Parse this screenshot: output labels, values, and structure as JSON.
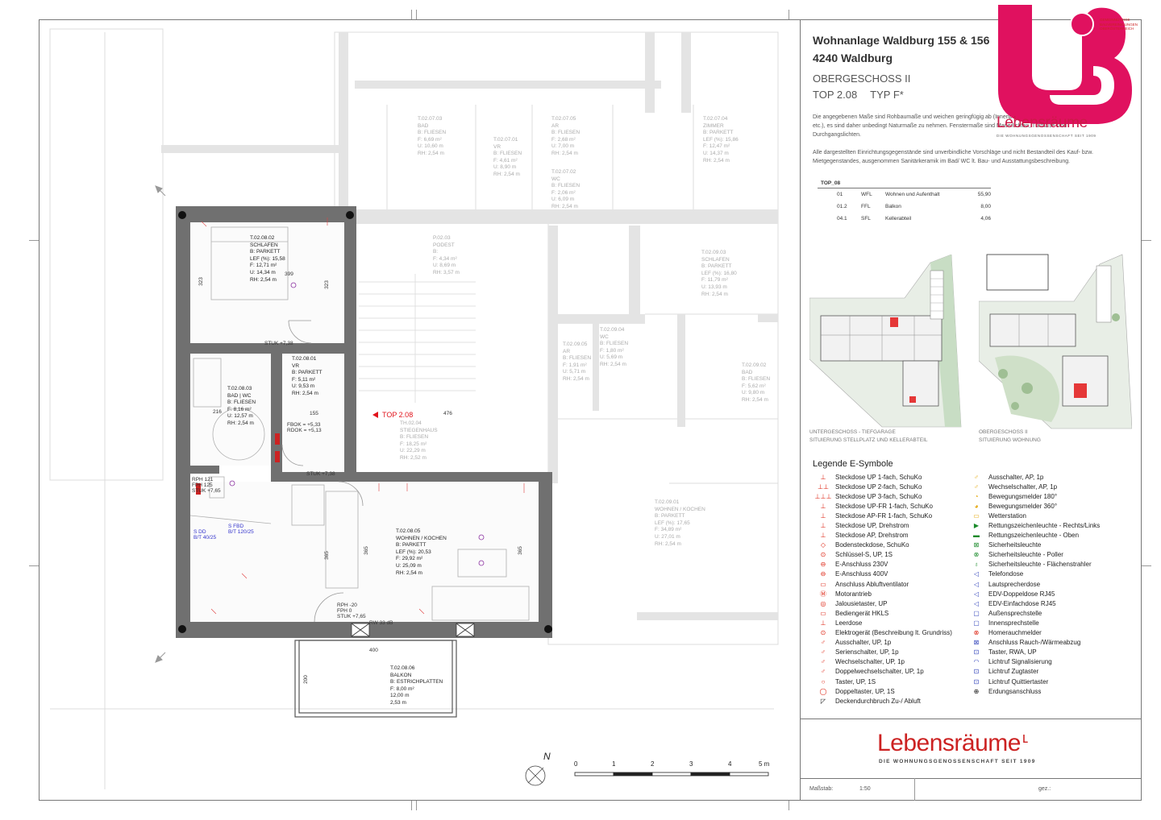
{
  "project": {
    "name": "Wohnanlage Waldburg 155 & 156",
    "address": "4240 Waldburg",
    "floor": "OBERGESCHOSS II",
    "top": "TOP 2.08",
    "type": "TYP F*"
  },
  "notes": [
    "Die angegebenen Maße sind Rohbaumaße und weichen geringfügig ab (Innenputz, Verfliesungen, Bautoleranzen, etc.), es sind daher unbedingt Naturmaße zu nehmen. Fenstermaße sind Mauerlichten, Türmaße sind Durchgangslichten.",
    "Alle dargestellten Einrichtungsgegenstände sind unverbindliche Vorschläge und nicht Bestandteil des Kauf- bzw. Mietgegenstandes, ausgenommen Sanitärkeramik im Bad/ WC lt. Bau- und Ausstattungsbeschreibung."
  ],
  "area_table": {
    "header": "TOP_08",
    "rows": [
      {
        "no": "01",
        "code": "WFL",
        "label": "Wohnen und Aufenthalt",
        "value": "55,90"
      },
      {
        "no": "01.2",
        "code": "FFL",
        "label": "Balkon",
        "value": "8,00"
      },
      {
        "no": "04.1",
        "code": "SFL",
        "label": "Kellerabteil",
        "value": "4,06"
      }
    ]
  },
  "site_maps": [
    {
      "caption1": "UNTERGESCHOSS - TIEFGARAGE",
      "caption2": "SITUIERUNG STELLPLATZ UND KELLERABTEIL"
    },
    {
      "caption1": "OBERGESCHOSS II",
      "caption2": "SITUIERUNG WOHNUNG"
    }
  ],
  "legend": {
    "title": "Legende E-Symbole",
    "left": [
      {
        "icon": "⊥",
        "label": "Steckdose UP 1-fach, SchuKo"
      },
      {
        "icon": "⊥⊥",
        "label": "Steckdose UP 2-fach, SchuKo"
      },
      {
        "icon": "⊥⊥⊥",
        "label": "Steckdose UP 3-fach, SchuKo"
      },
      {
        "icon": "⊥",
        "label": "Steckdose UP-FR 1-fach, SchuKo"
      },
      {
        "icon": "⊥",
        "label": "Steckdose AP-FR 1-fach, SchuKo"
      },
      {
        "icon": "⊥",
        "label": "Steckdose UP, Drehstrom"
      },
      {
        "icon": "⊥",
        "label": "Steckdose AP, Drehstrom"
      },
      {
        "icon": "◇",
        "label": "Bodensteckdose, SchuKo"
      },
      {
        "icon": "⊙",
        "label": "Schlüssel-S, UP, 1S"
      },
      {
        "icon": "⊖",
        "label": "E-Anschluss 230V"
      },
      {
        "icon": "⊖",
        "label": "E-Anschluss 400V"
      },
      {
        "icon": "▭",
        "label": "Anschluss Abluftventilator"
      },
      {
        "icon": "Ⓜ",
        "label": "Motorantrieb"
      },
      {
        "icon": "◎",
        "label": "Jalousietaster, UP"
      },
      {
        "icon": "▭",
        "label": "Bediengerät HKLS"
      },
      {
        "icon": "⊥",
        "label": "Leerdose"
      },
      {
        "icon": "⊙",
        "label": "Elektrogerät (Beschreibung lt. Grundriss)"
      },
      {
        "icon": "♂",
        "label": "Ausschalter, UP, 1p"
      },
      {
        "icon": "♂",
        "label": "Serienschalter, UP, 1p"
      },
      {
        "icon": "♂",
        "label": "Wechselschalter, UP, 1p"
      },
      {
        "icon": "♂",
        "label": "Doppelwechselschalter, UP, 1p"
      },
      {
        "icon": "○",
        "label": "Taster, UP, 1S"
      },
      {
        "icon": "◯",
        "label": "Doppeltaster, UP, 1S"
      },
      {
        "icon": "◸",
        "label": "Deckendurchbruch Zu-/ Abluft"
      }
    ],
    "right": [
      {
        "icon": "♂",
        "label": "Ausschalter, AP, 1p"
      },
      {
        "icon": "♂",
        "label": "Wechselschalter, AP, 1p"
      },
      {
        "icon": "◔",
        "label": "Bewegungsmelder 180°"
      },
      {
        "icon": "◕",
        "label": "Bewegungsmelder 360°"
      },
      {
        "icon": "▭",
        "label": "Wetterstation"
      },
      {
        "icon": "▶",
        "label": "Rettungszeichenleuchte - Rechts/Links"
      },
      {
        "icon": "▬",
        "label": "Rettungszeichenleuchte - Oben"
      },
      {
        "icon": "⊠",
        "label": "Sicherheitsleuchte"
      },
      {
        "icon": "⊗",
        "label": "Sicherheitsleuchte - Poller"
      },
      {
        "icon": "♁",
        "label": "Sicherheitsleuchte - Flächenstrahler"
      },
      {
        "icon": "◁",
        "label": "Telefondose"
      },
      {
        "icon": "◁",
        "label": "Lautsprecherdose"
      },
      {
        "icon": "◁",
        "label": "EDV-Doppeldose RJ45"
      },
      {
        "icon": "◁",
        "label": "EDV-Einfachdose RJ45"
      },
      {
        "icon": "▢",
        "label": "Außensprechstelle"
      },
      {
        "icon": "▢",
        "label": "Innensprechstelle"
      },
      {
        "icon": "⊗",
        "label": "Homerauchmelder"
      },
      {
        "icon": "⊠",
        "label": "Anschluss Rauch-/Wärmeabzug"
      },
      {
        "icon": "⊡",
        "label": "Taster, RWA, UP"
      },
      {
        "icon": "◠",
        "label": "Lichtruf Signalisierung"
      },
      {
        "icon": "⊡",
        "label": "Lichtruf Zugtaster"
      },
      {
        "icon": "⊡",
        "label": "Lichtruf Quittiertaster"
      },
      {
        "icon": "⊕",
        "label": "Erdungsanschluss"
      }
    ]
  },
  "brand": {
    "name": "Lebensräume",
    "tagline": "DIE WOHNUNGSGENOSSENSCHAFT SEIT 1909",
    "logo_tagline": "DIE WOHNUNGSGENOSSENSCHAFT SEIT 1909",
    "logo_mini": [
      "GEMEINNÜTZIGE",
      "BAUVEREINIGUNGEN",
      "OBERÖSTERREICH"
    ]
  },
  "footer": {
    "scale_label": "Maßstab:",
    "scale_value": "1:50",
    "sign_label": "gez.:"
  },
  "scalebar": {
    "ticks": [
      "0",
      "1",
      "2",
      "3",
      "4",
      "5 m"
    ]
  },
  "north": "N",
  "plan": {
    "top_tag": "TOP 2.08",
    "rooms": [
      {
        "lines": [
          "T.02.08.02",
          "SCHLAFEN",
          "B: PARKETT",
          "LEF (%): 15,58",
          "F: 12,71 m²",
          "U: 14,34 m",
          "RH: 2,54 m"
        ]
      },
      {
        "lines": [
          "T.02.08.01",
          "VR",
          "B: PARKETT",
          "F: 5,11 m²",
          "U: 9,53 m",
          "RH: 2,54 m"
        ]
      },
      {
        "lines": [
          "T.02.08.03",
          "BAD | WC",
          "B: FLIESEN",
          "F: 8,16 m²",
          "U: 12,57 m",
          "RH: 2,54 m"
        ]
      },
      {
        "lines": [
          "T.02.08.05",
          "WOHNEN / KOCHEN",
          "B: PARKETT",
          "LEF (%): 20,53",
          "F: 29,92 m²",
          "U: 25,09 m",
          "RH: 2,54 m"
        ]
      },
      {
        "lines": [
          "T.02.08.06",
          "BALKON",
          "B: ESTRICHPLATTEN",
          "F: 8,00 m²",
          "12,00 m",
          "2,53 m"
        ]
      }
    ],
    "neighbours": [
      {
        "lines": [
          "T.02.07.03",
          "BAD",
          "B: FLIESEN",
          "F: 6,69 m²",
          "U: 10,60 m",
          "RH: 2,54 m"
        ]
      },
      {
        "lines": [
          "T.02.07.01",
          "VR",
          "B: FLIESEN",
          "F: 4,61 m²",
          "U: 8,90 m",
          "RH: 2,54 m"
        ]
      },
      {
        "lines": [
          "T.02.07.05",
          "AR",
          "B: FLIESEN",
          "F: 2,68 m²",
          "U: 7,00 m",
          "RH: 2,54 m"
        ]
      },
      {
        "lines": [
          "T.02.07.02",
          "WC",
          "B: FLIESEN",
          "F: 2,06 m²",
          "U: 6,09 m",
          "RH: 2,54 m"
        ]
      },
      {
        "lines": [
          "T.02.07.04",
          "ZIMMER",
          "B: PARKETT",
          "LEF (%): 15,86",
          "F: 12,47 m²",
          "U: 14,37 m",
          "RH: 2,54 m"
        ]
      },
      {
        "lines": [
          "P.02.03",
          "PODEST",
          "B:",
          "F: 4,34 m²",
          "U: 8,69 m",
          "RH: 3,57 m"
        ]
      },
      {
        "lines": [
          "T.02.09.03",
          "SCHLAFEN",
          "B: PARKETT",
          "LEF (%): 16,80",
          "F: 11,79 m²",
          "U: 13,93 m",
          "RH: 2,54 m"
        ]
      },
      {
        "lines": [
          "T.02.09.05",
          "AR",
          "B: FLIESEN",
          "F: 1,91 m²",
          "U: 5,71 m",
          "RH: 2,54 m"
        ]
      },
      {
        "lines": [
          "T.02.09.04",
          "WC",
          "B: FLIESEN",
          "F: 1,80 m²",
          "U: 5,69 m",
          "RH: 2,54 m"
        ]
      },
      {
        "lines": [
          "T.02.09.02",
          "BAD",
          "B: FLIESEN",
          "F: 5,62 m²",
          "U: 9,80 m",
          "RH: 2,54 m"
        ]
      },
      {
        "lines": [
          "TH.02.04",
          "STIEGENHAUS",
          "B: FLIESEN",
          "F: 18,25 m²",
          "U: 22,29 m",
          "RH: 2,52 m"
        ]
      },
      {
        "lines": [
          "T.02.09.01",
          "WOHNEN / KOCHEN",
          "B: PARKETT",
          "LEF (%): 17,65",
          "F: 34,89 m²",
          "U: 27,01 m",
          "RH: 2,54 m"
        ]
      }
    ],
    "dims": [
      "323",
      "399",
      "323",
      "365",
      "365",
      "365",
      "400",
      "200",
      "476",
      "155",
      "216",
      "FBOK = +5,33",
      "RDOK = +5,13",
      "STUK +7,38",
      "STUK +7,38",
      "RW 33 dB",
      "RPH 121",
      "FPH 125",
      "STUK +7,65",
      "S FBD",
      "B/T 120/25",
      "S DD",
      "B/T 40/25",
      "RPH -20",
      "FPH 0",
      "STUK +7,65"
    ]
  }
}
